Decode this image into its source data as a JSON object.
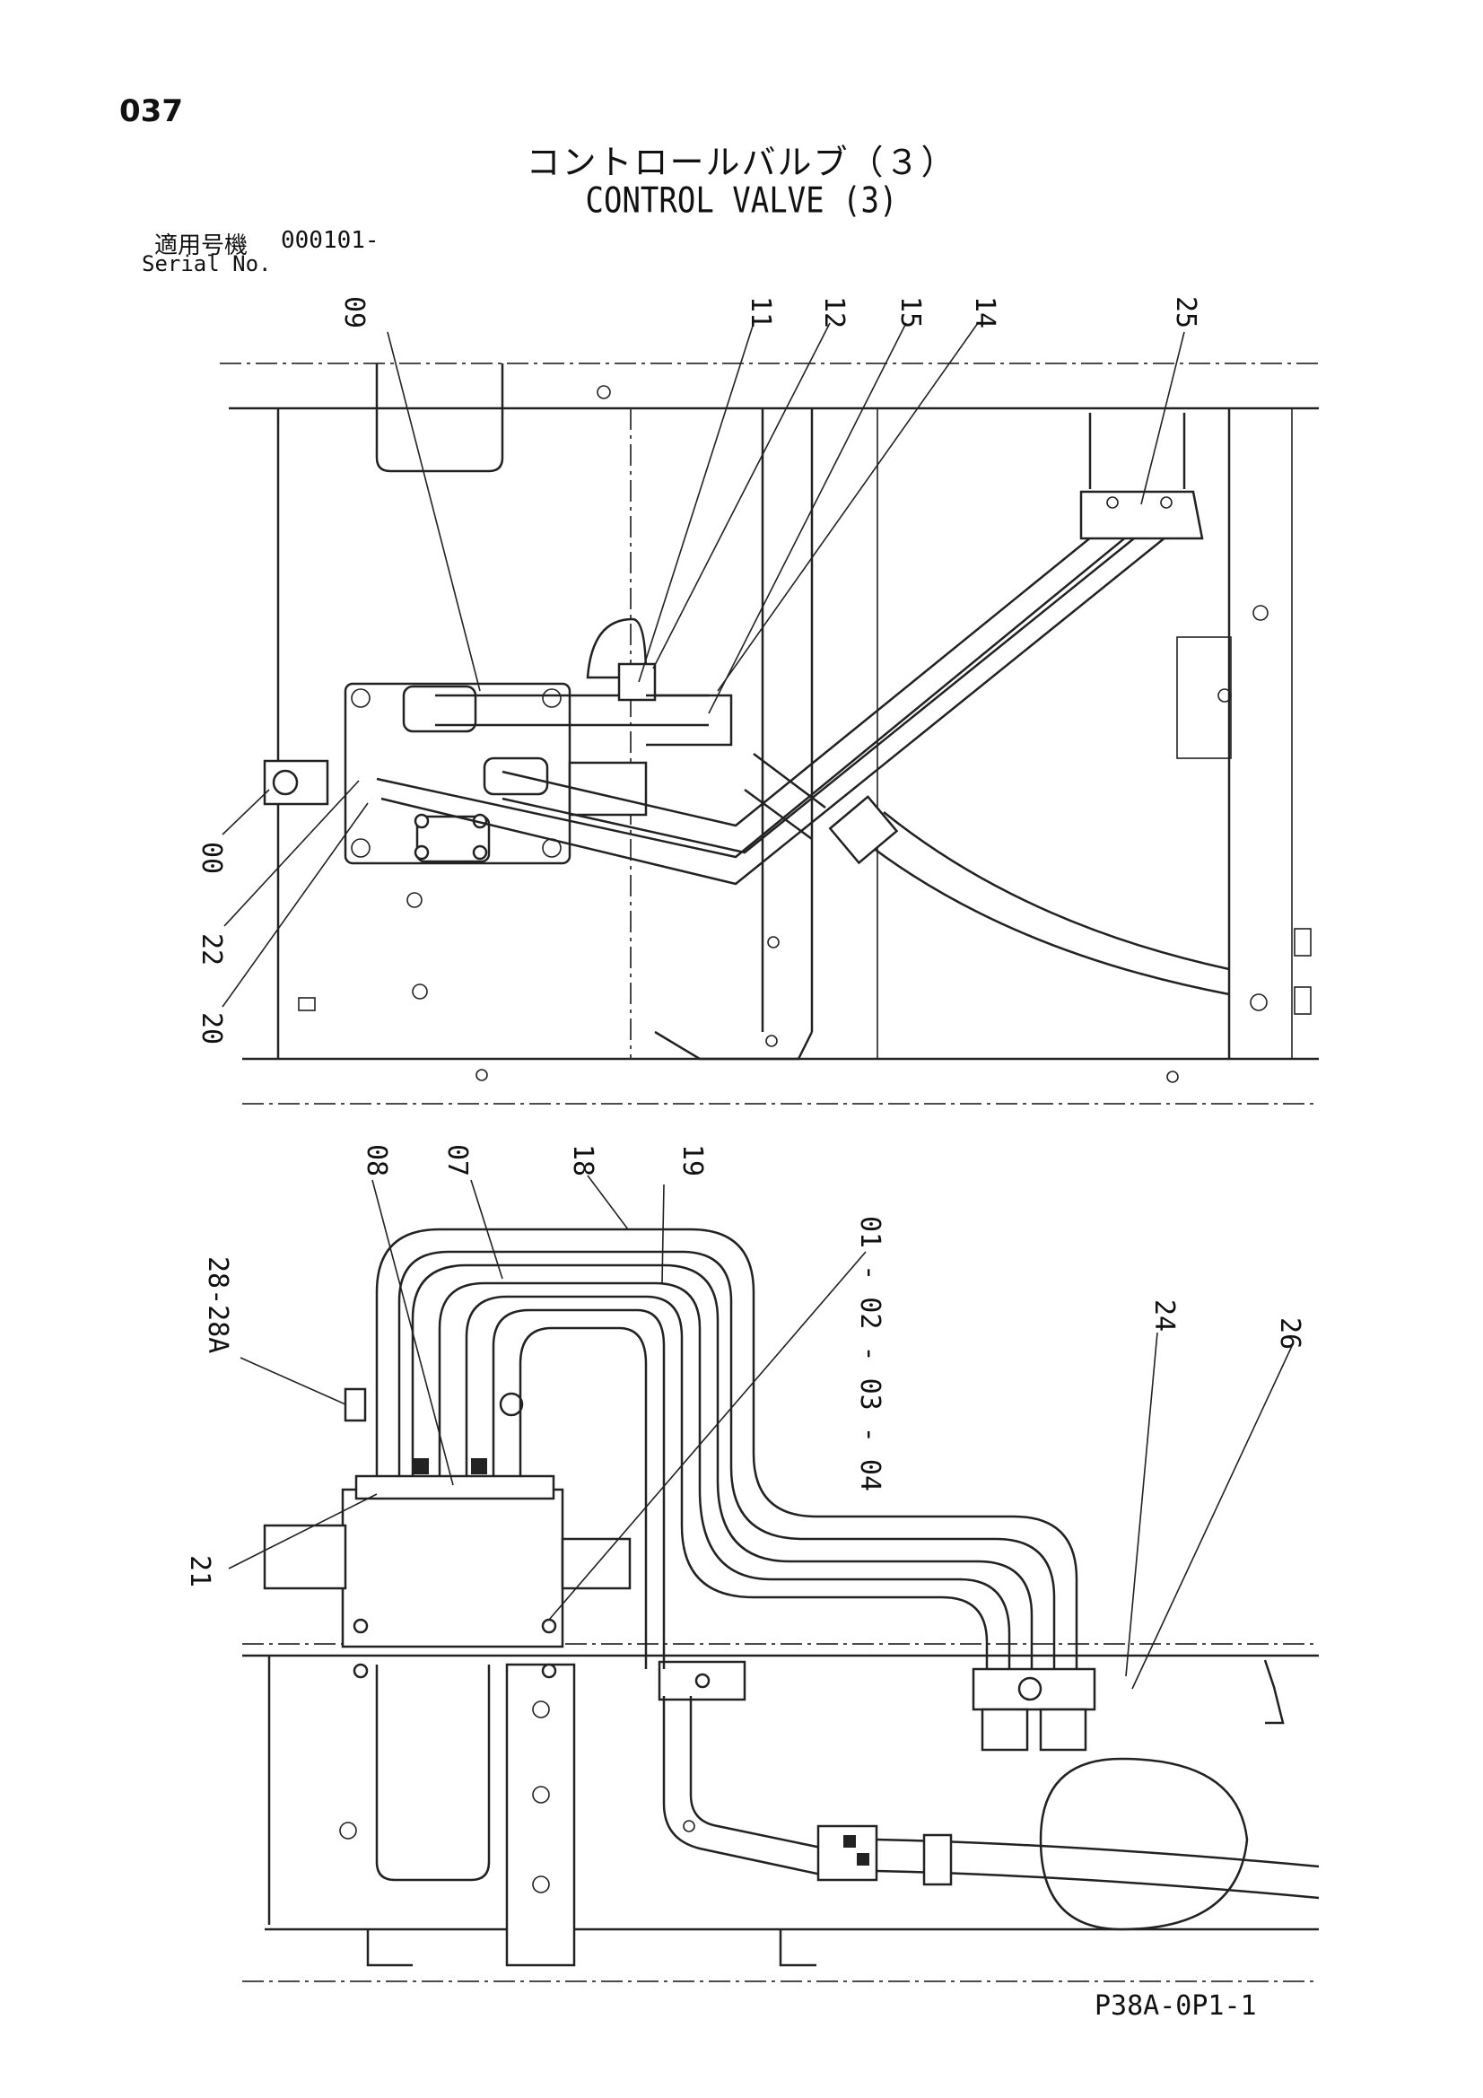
{
  "header": {
    "page_number": "037",
    "title_jp": "コントロールバルブ（３）",
    "title_en": "CONTROL VALVE (3)",
    "serial_label_jp": "適用号機",
    "serial_label_en": "Serial No.",
    "serial_value": "000101-"
  },
  "footer": {
    "drawing_code": "P38A-0P1-1"
  },
  "upper_view": {
    "callouts": [
      "09",
      "11",
      "12",
      "15",
      "14",
      "25",
      "00",
      "22",
      "20"
    ]
  },
  "lower_view": {
    "callouts": [
      "08",
      "07",
      "18",
      "19",
      "01 - 02 - 03 - 04",
      "28-28A",
      "24",
      "26",
      "21"
    ]
  }
}
